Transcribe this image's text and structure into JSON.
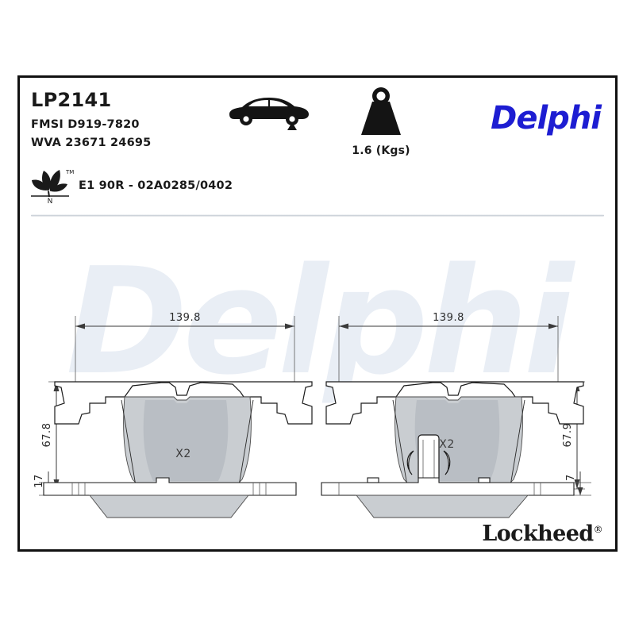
{
  "product": {
    "part_number": "LP2141",
    "fmsi": "FMSI D919-7820",
    "wva": "WVA 23671 24695",
    "eco_code": "E1 90R - 02A0285/0402",
    "eco_icon": "leaf-nitrogen-icon",
    "axle_icon": "car-rear-axle-icon",
    "weight_icon": "weight-kettlebell-icon",
    "weight": "1.6 (Kgs)"
  },
  "brands": {
    "primary": "Delphi",
    "primary_color": "#1d1dd2",
    "secondary": "Lockheed",
    "secondary_trademark": "®",
    "watermark": "Delphi",
    "watermark_color": "#e9eef5"
  },
  "drawings": {
    "left": {
      "view_label": "pad-face-view-left",
      "width": "139.8",
      "height": "67.8",
      "thickness": "17",
      "quantity": "X2",
      "has_clip": false
    },
    "right": {
      "view_label": "pad-face-view-right",
      "width": "139.8",
      "height": "67.9",
      "thickness": "17",
      "quantity": "X2",
      "has_clip": true
    }
  },
  "colors": {
    "friction_surface": "#c9cdd1",
    "friction_shadow": "#b9bec4",
    "outline": "#1a1a1a",
    "divider": "#c2c8d0"
  }
}
